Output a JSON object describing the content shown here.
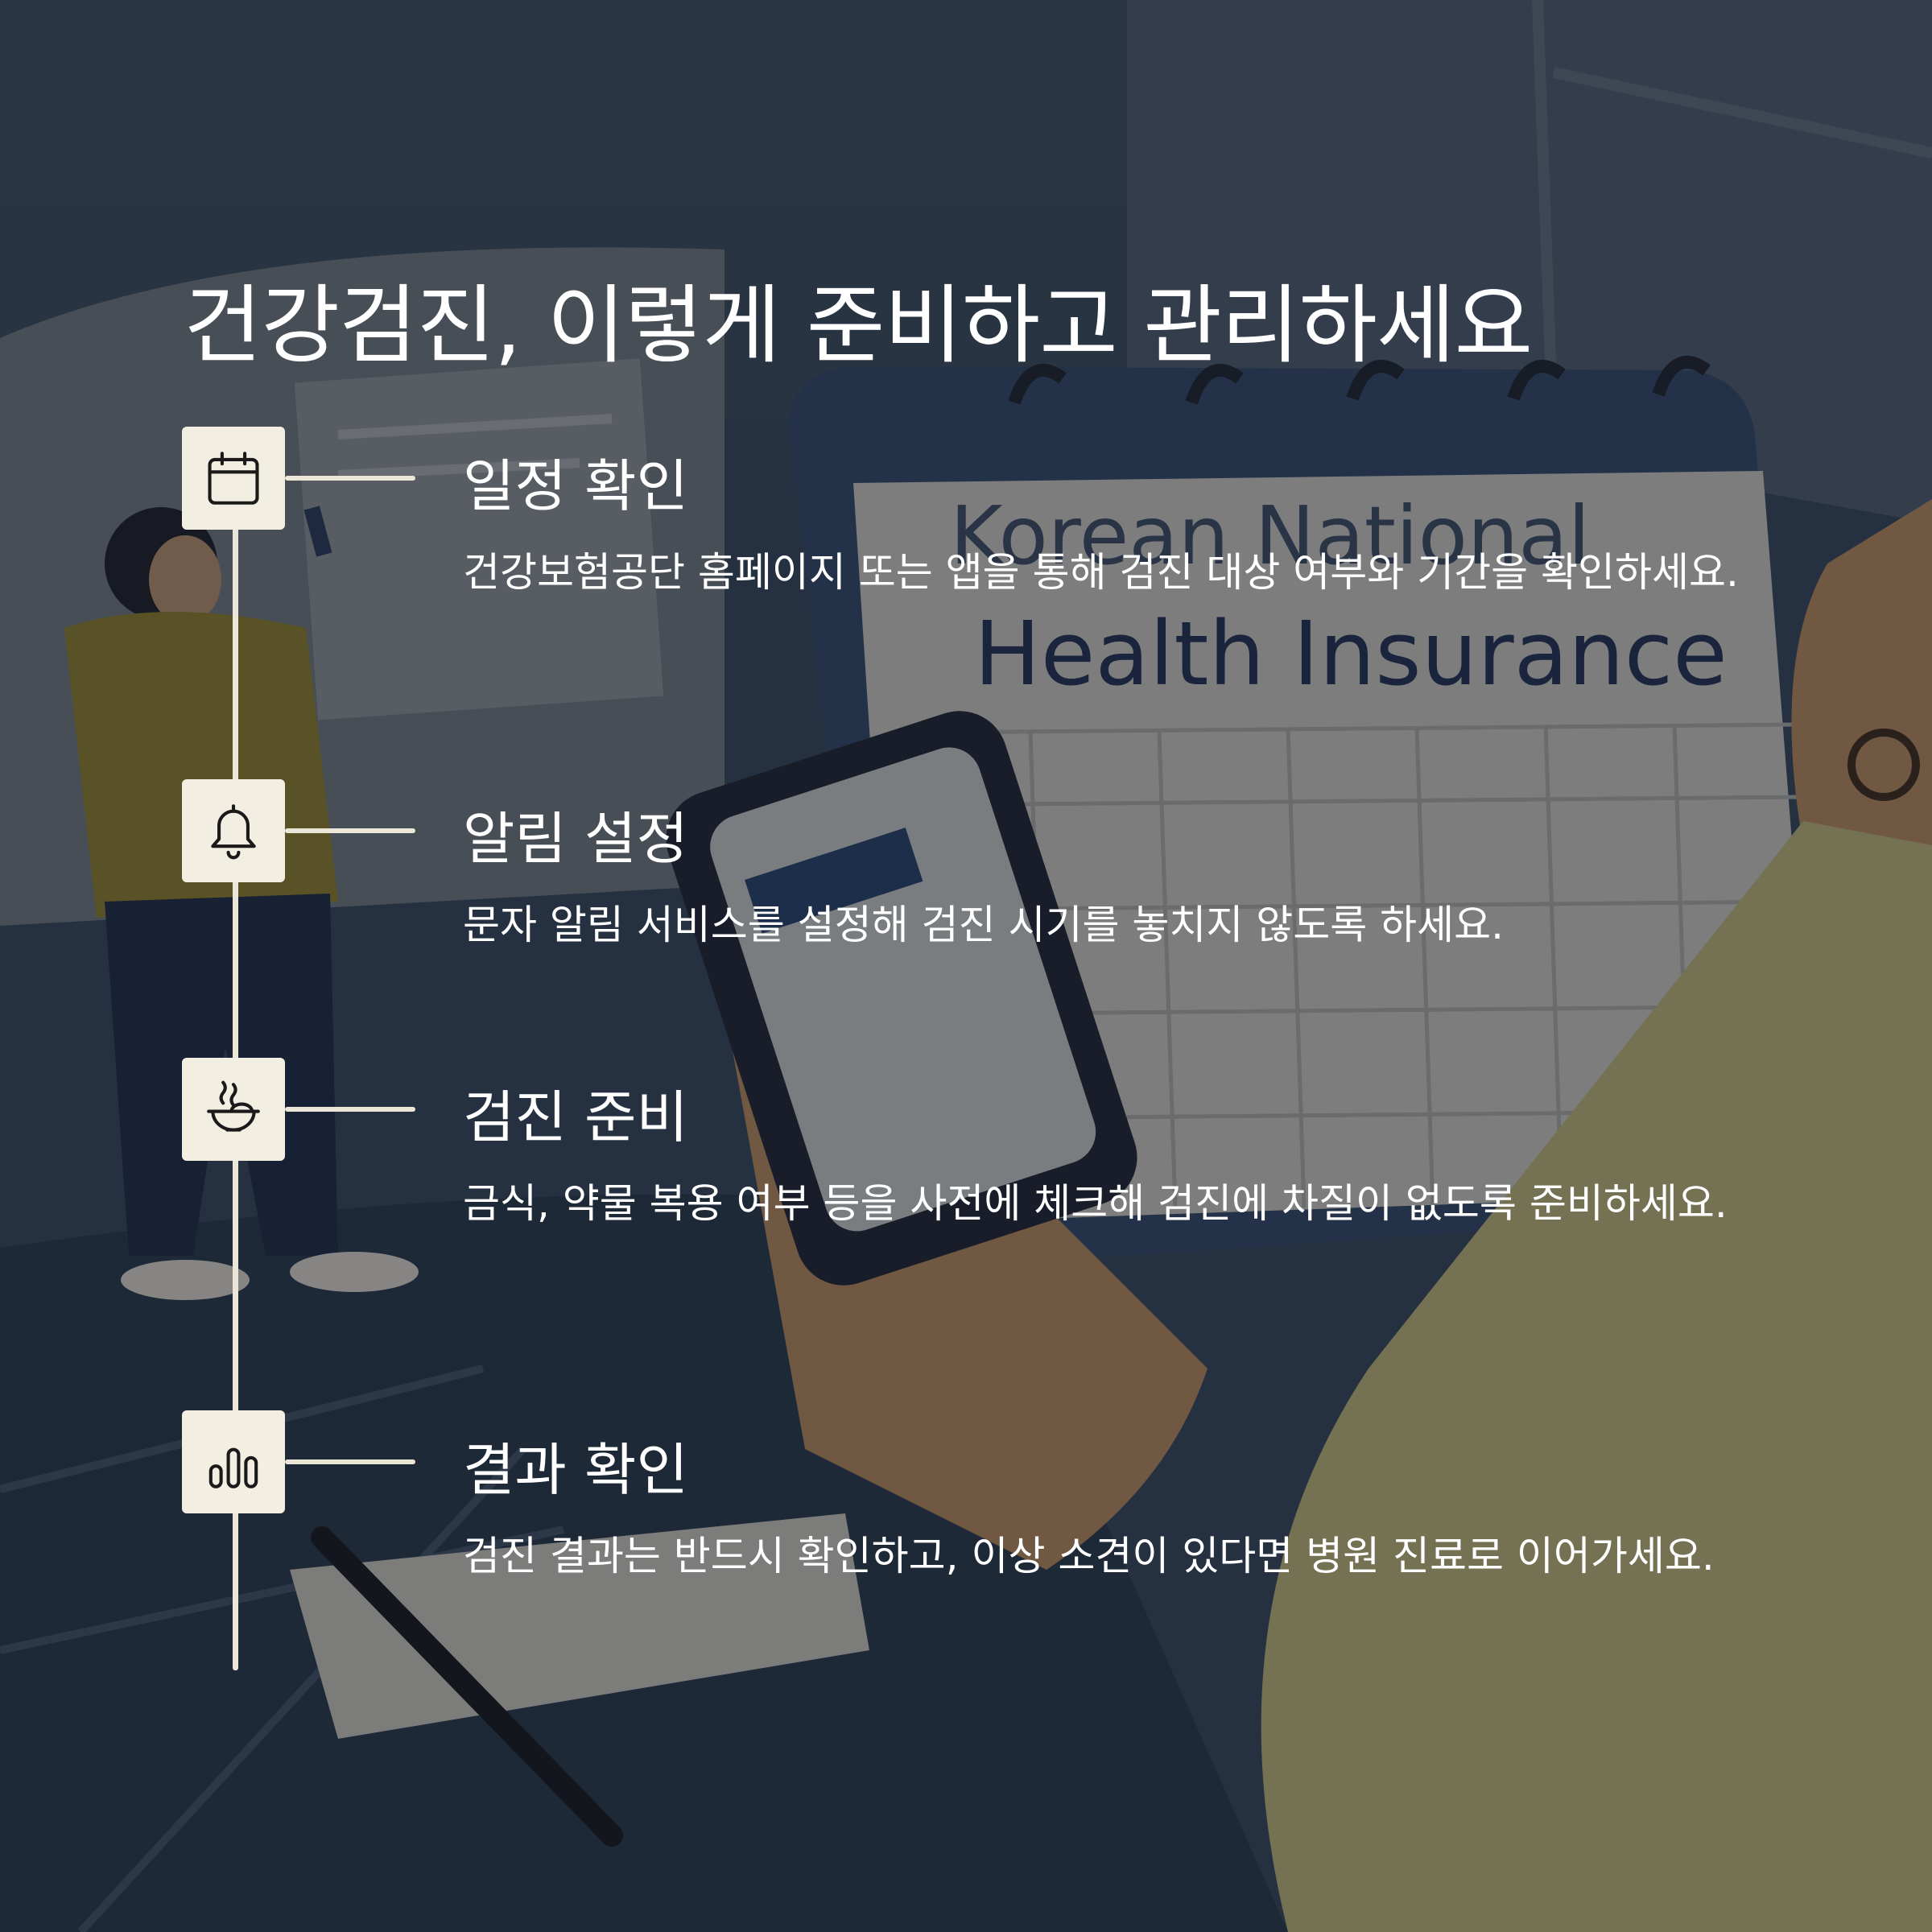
{
  "title": "건강검진, 이렇게 준비하고 관리하세요",
  "background": {
    "text_line1": "Korean National",
    "text_line2": "Health Insurance"
  },
  "colors": {
    "text": "#ffffff",
    "icon_bg": "#f3eee2",
    "line": "#ece6d8",
    "icon_stroke": "#1a1a1a"
  },
  "steps": [
    {
      "icon": "calendar-icon",
      "title": "일정 확인",
      "description": "건강보험공단 홈페이지 또는 앱을 통해 검진 대상 여부와 기간을 확인하세요."
    },
    {
      "icon": "bell-icon",
      "title": "알림 설정",
      "description": "문자 알림 서비스를 설정해 검진 시기를 놓치지 않도록 하세요."
    },
    {
      "icon": "food-bowl-icon",
      "title": "검진 준비",
      "description": "금식, 약물 복용 여부 등을 사전에 체크해 검진에 차질이 없도록 준비하세요."
    },
    {
      "icon": "bar-chart-icon",
      "title": "결과 확인",
      "description": "검진 결과는 반드시 확인하고, 이상 소견이 있다면 병원 진료로 이어가세요."
    }
  ]
}
